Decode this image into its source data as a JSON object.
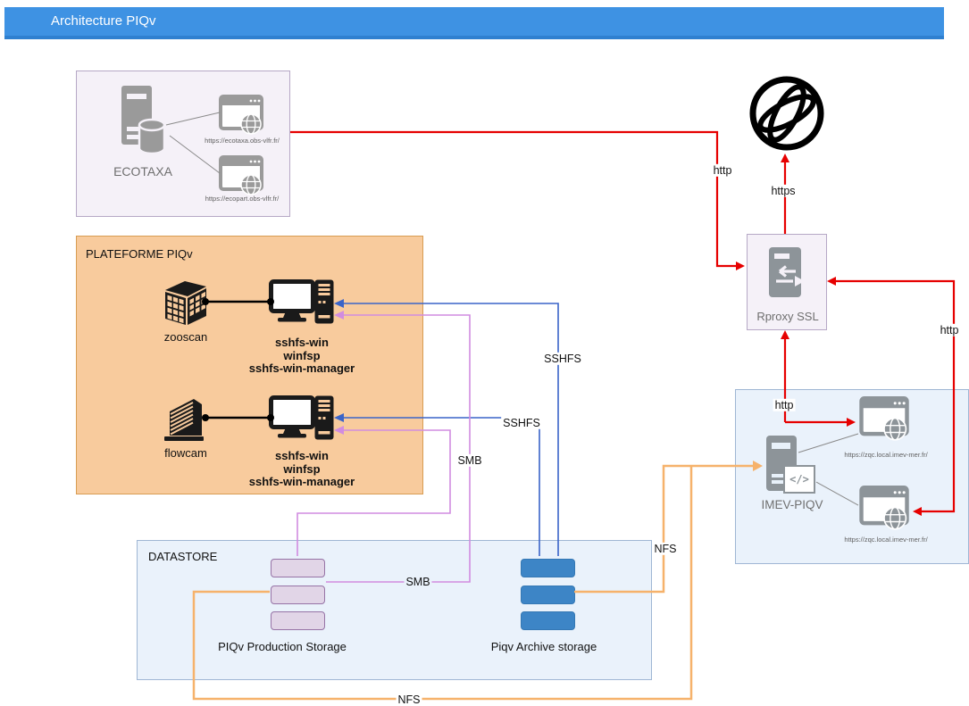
{
  "title_bar": {
    "label": "Architecture PIQv"
  },
  "ecotaxa": {
    "label": "ECOTAXA",
    "urls": [
      "https://ecotaxa.obs-vlfr.fr/",
      "https://ecopart.obs-vlfr.fr/"
    ]
  },
  "plateforme": {
    "label": "PLATEFORME PIQv",
    "rows": [
      {
        "device": "zooscan",
        "host_lines": [
          "sshfs-win",
          "winfsp",
          "sshfs-win-manager"
        ]
      },
      {
        "device": "flowcam",
        "host_lines": [
          "sshfs-win",
          "winfsp",
          "sshfs-win-manager"
        ]
      }
    ]
  },
  "datastore": {
    "label": "DATASTORE",
    "production_label": "PIQv Production Storage",
    "archive_label": "Piqv Archive storage"
  },
  "rproxy": {
    "label": "Rproxy SSL"
  },
  "imev": {
    "label": "IMEV-PIQV",
    "code_badge": "</>",
    "urls": [
      "https://zqc.local.imev-mer.fr/",
      "https://zqc.local.imev-mer.fr/"
    ]
  },
  "edge_labels": {
    "http_ecotaxa": "http",
    "https_internet": "https",
    "http_imev_top": "http",
    "http_imev_right": "http",
    "sshfs_top": "SSHFS",
    "sshfs_bottom": "SSHFS",
    "smb_vertical": "SMB",
    "smb_horizontal": "SMB",
    "nfs_right": "NFS",
    "nfs_bottom": "NFS"
  },
  "colors": {
    "title_bar": "#3E92E3",
    "plateforme_fill": "#F8CB9D",
    "datastore_fill": "#EAF2FB",
    "lavender_fill": "#F5F1F8",
    "red_line": "#E60000",
    "blue_line": "#3A64C8",
    "pink_line": "#D18CE0",
    "orange_line": "#F6B26B",
    "archive_blue": "#3D85C6",
    "production_purple": "#E1D5E7"
  }
}
